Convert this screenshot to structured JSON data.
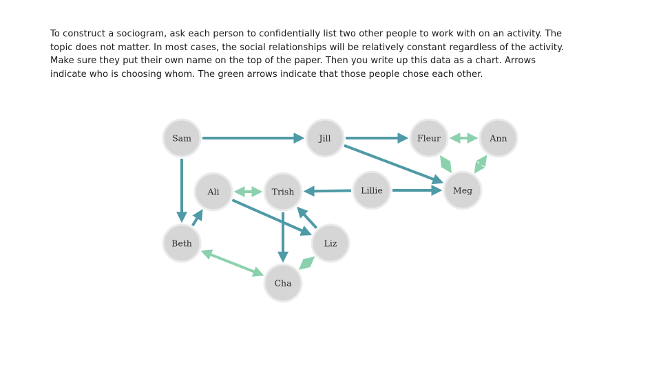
{
  "intro": {
    "lines": [
      "To construct a sociogram, ask each person to confidentially list two other people to work with on an activity. The",
      "topic does not matter. In most cases, the social relationships will be relatively constant regardless of the activity.",
      "Make sure they put their own name on the top of the paper. Then you write up this data as a chart. Arrows",
      "indicate who is choosing whom. The green arrows indicate that those people chose each other."
    ]
  },
  "colors": {
    "one_way": "#4e9aa6",
    "mutual": "#8cd1ae",
    "node_fill": "#d6d6d6",
    "node_ring": "#ebebeb"
  },
  "nodes": [
    {
      "id": "sam",
      "label": "Sam"
    },
    {
      "id": "jill",
      "label": "Jill"
    },
    {
      "id": "fleur",
      "label": "Fleur"
    },
    {
      "id": "ann",
      "label": "Ann"
    },
    {
      "id": "ali",
      "label": "Ali"
    },
    {
      "id": "trish",
      "label": "Trish"
    },
    {
      "id": "lillie",
      "label": "Lillie"
    },
    {
      "id": "meg",
      "label": "Meg"
    },
    {
      "id": "beth",
      "label": "Beth"
    },
    {
      "id": "liz",
      "label": "Liz"
    },
    {
      "id": "cha",
      "label": "Cha"
    }
  ],
  "edges": [
    {
      "from": "sam",
      "to": "jill",
      "type": "one-way"
    },
    {
      "from": "sam",
      "to": "beth",
      "type": "one-way"
    },
    {
      "from": "jill",
      "to": "fleur",
      "type": "one-way"
    },
    {
      "from": "jill",
      "to": "meg",
      "type": "one-way"
    },
    {
      "from": "fleur",
      "to": "ann",
      "type": "mutual"
    },
    {
      "from": "fleur",
      "to": "meg",
      "type": "mutual"
    },
    {
      "from": "ann",
      "to": "meg",
      "type": "mutual"
    },
    {
      "from": "ali",
      "to": "trish",
      "type": "mutual"
    },
    {
      "from": "lillie",
      "to": "trish",
      "type": "one-way"
    },
    {
      "from": "lillie",
      "to": "meg",
      "type": "one-way"
    },
    {
      "from": "beth",
      "to": "ali",
      "type": "one-way"
    },
    {
      "from": "ali",
      "to": "liz",
      "type": "one-way"
    },
    {
      "from": "trish",
      "to": "cha",
      "type": "one-way"
    },
    {
      "from": "liz",
      "to": "trish",
      "type": "one-way"
    },
    {
      "from": "liz",
      "to": "cha",
      "type": "mutual"
    },
    {
      "from": "beth",
      "to": "cha",
      "type": "mutual"
    }
  ]
}
